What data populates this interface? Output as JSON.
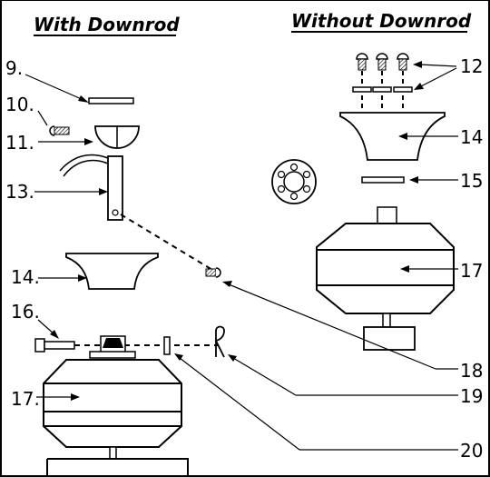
{
  "headings": {
    "left": "With Downrod",
    "right": "Without Downrod"
  },
  "labels": {
    "l9": "9.",
    "l10": "10.",
    "l11": "11.",
    "l13": "13.",
    "l14_left": "14.",
    "l16": "16.",
    "l17_left": "17.",
    "r12": "12",
    "r14": "14",
    "r15": "15",
    "r17": "17",
    "r18": "18",
    "r19": "19",
    "r20": "20"
  },
  "colors": {
    "ink": "#000000",
    "paper": "#ffffff"
  }
}
